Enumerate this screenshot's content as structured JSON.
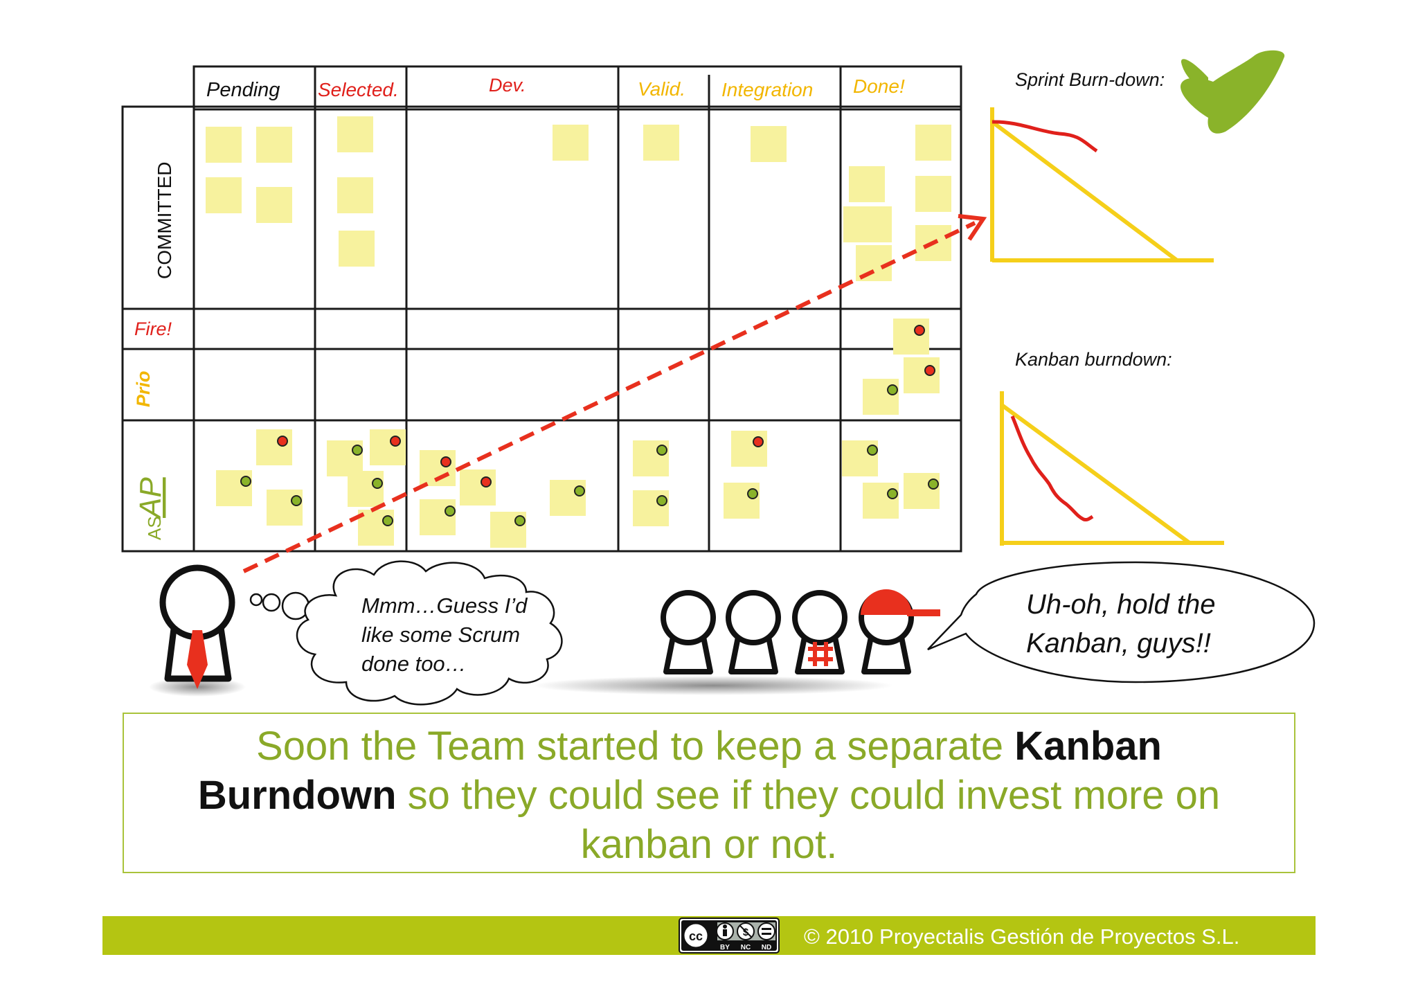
{
  "board": {
    "columns": [
      {
        "label": "Pending",
        "color": "#111111"
      },
      {
        "label": "Selected.",
        "color": "#e0201b"
      },
      {
        "label": "Dev.",
        "color": "#e0201b"
      },
      {
        "label": "Valid.",
        "color": "#f2b600"
      },
      {
        "label": "Integration",
        "color": "#f2b600"
      },
      {
        "label": "Done!",
        "color": "#f2b600"
      }
    ],
    "rows": {
      "committed": "COMMITTED",
      "fire": "Fire!",
      "prio": "Prio",
      "asap_small": "AS",
      "asap_big": "AP"
    }
  },
  "charts": {
    "sprint_title": "Sprint Burn-down:",
    "kanban_title": "Kanban burndown:"
  },
  "thought": {
    "line1": "Mmm…Guess I’d",
    "line2": "like some Scrum",
    "line3": "done too…"
  },
  "speech": {
    "line1": "Uh-oh, hold the",
    "line2": "Kanban, guys!!"
  },
  "caption": {
    "part1": "Soon the Team started to keep a separate ",
    "bold1": "Kanban",
    "bold2": "Burndown",
    "part2": " so they could see if they could invest more on",
    "part3": "kanban or not."
  },
  "footer": {
    "license": {
      "cc": "cc",
      "by": "BY",
      "nc": "NC",
      "nd": "ND"
    },
    "copyright": "© 2010 Proyectalis Gestión de Proyectos S.L."
  },
  "colors": {
    "sticky": "#f7f29e",
    "red_dot": "#e8301e",
    "green_dot": "#8ab32a",
    "accent_green": "#8aa928",
    "footer_bg": "#b4c512",
    "chart_yellow": "#f5cf1a",
    "burn_red": "#e0201b"
  }
}
